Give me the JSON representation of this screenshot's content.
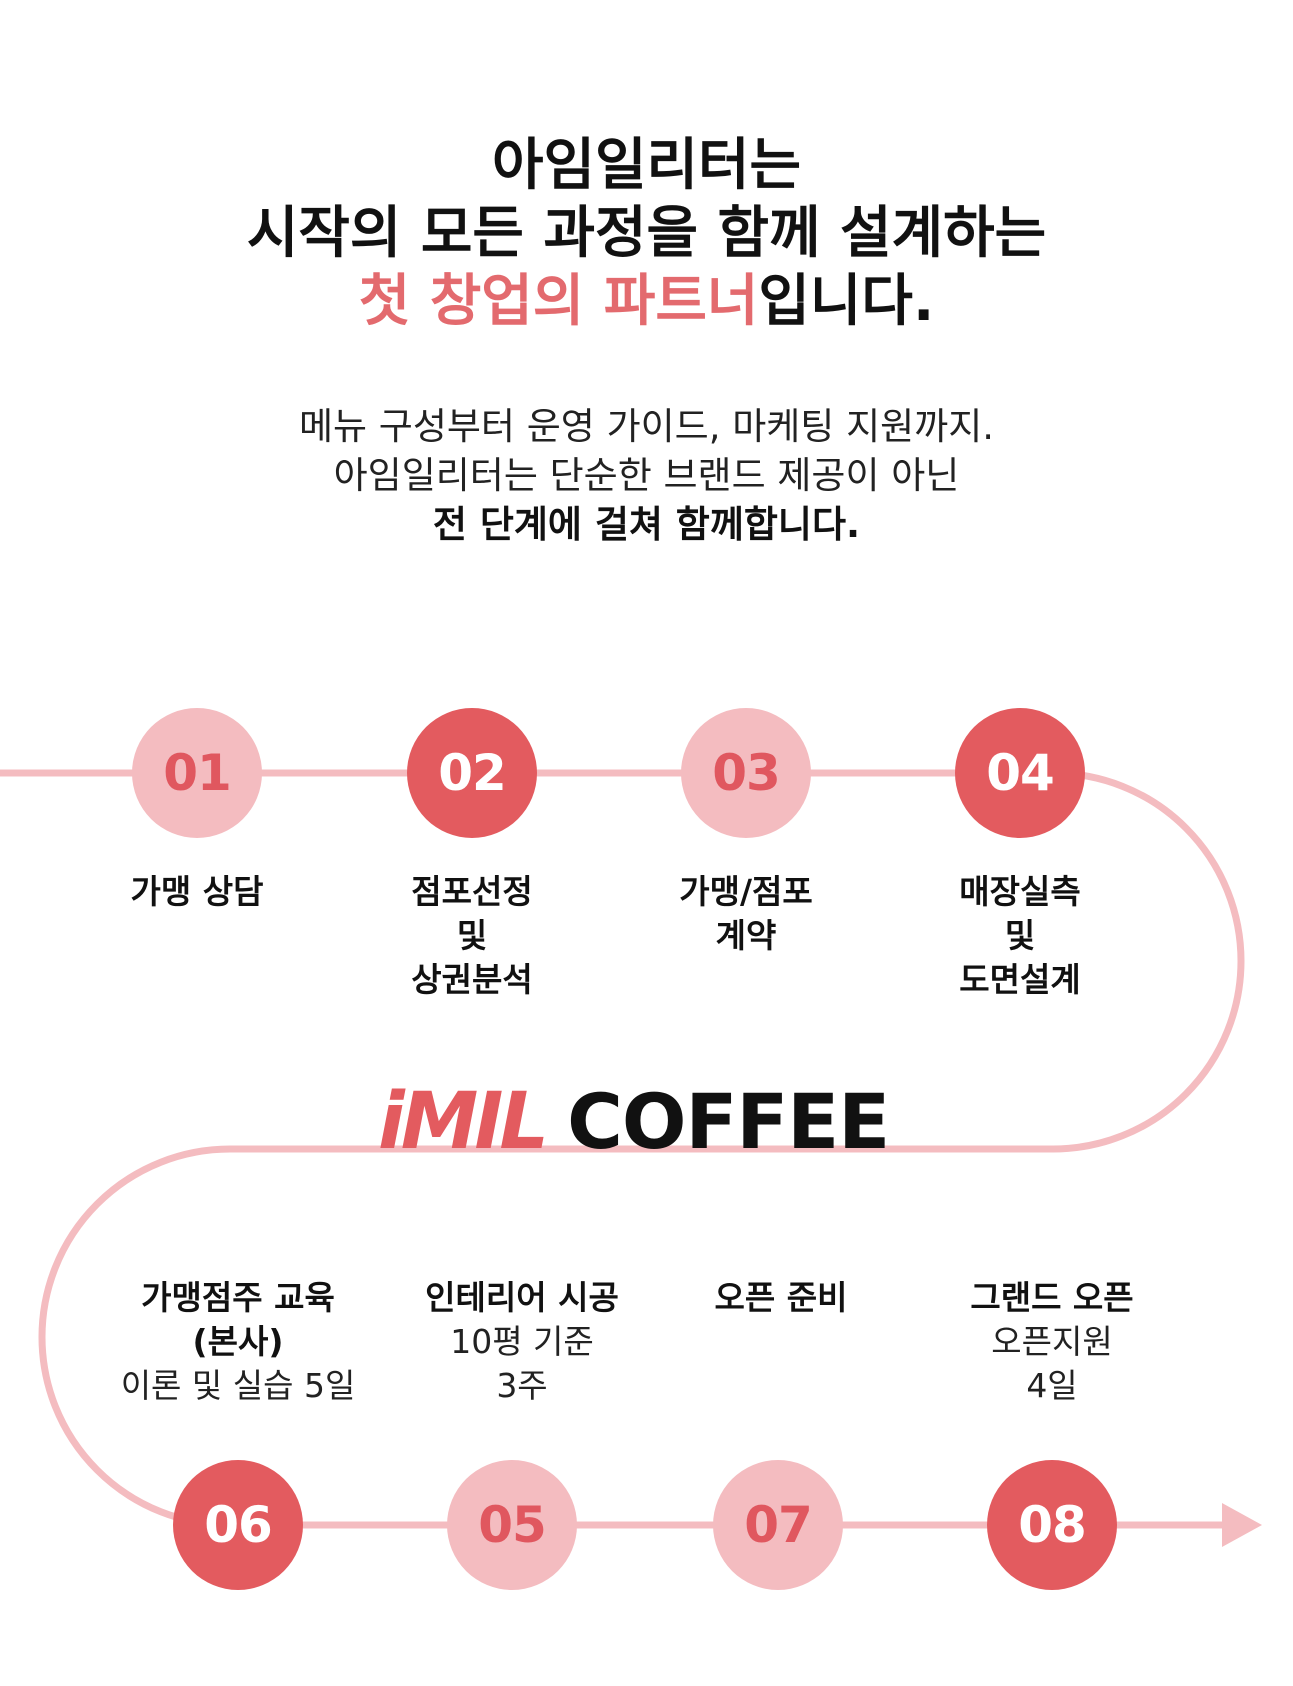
{
  "headline": {
    "line1": "아임일리터는",
    "line2": "시작의 모든 과정을 함께 설계하는",
    "line3_accent": "첫 창업의 파트너",
    "line3_rest": "입니다."
  },
  "subcopy": {
    "line1": "메뉴 구성부터 운영 가이드, 마케팅 지원까지.",
    "line2": "아임일리터는 단순한 브랜드 제공이 아닌",
    "line3": "전 단계에 걸쳐 함께합니다."
  },
  "logo": {
    "mark": "iMIL",
    "word": "COFFEE"
  },
  "colors": {
    "accent": "#e36a6e",
    "circle_light": "#f4bcc0",
    "circle_dark": "#e35b5f",
    "track": "#f4bcc0"
  },
  "steps": {
    "s01": {
      "num": "01",
      "title": "가맹 상담"
    },
    "s02": {
      "num": "02",
      "line1": "점포선정",
      "line2": "및",
      "line3": "상권분석"
    },
    "s03": {
      "num": "03",
      "line1": "가맹/점포",
      "line2": "계약"
    },
    "s04": {
      "num": "04",
      "line1": "매장실측",
      "line2": "및",
      "line3": "도면설계"
    },
    "s06": {
      "num": "06",
      "line1": "가맹점주 교육",
      "line2": "(본사)",
      "line3": "이론 및 실습 5일"
    },
    "s05": {
      "num": "05",
      "line1": "인테리어 시공",
      "line2": "10평 기준",
      "line3": "3주"
    },
    "s07": {
      "num": "07",
      "title": "오픈 준비"
    },
    "s08": {
      "num": "08",
      "line1": "그랜드 오픈",
      "line2": "오픈지원",
      "line3": "4일"
    }
  }
}
